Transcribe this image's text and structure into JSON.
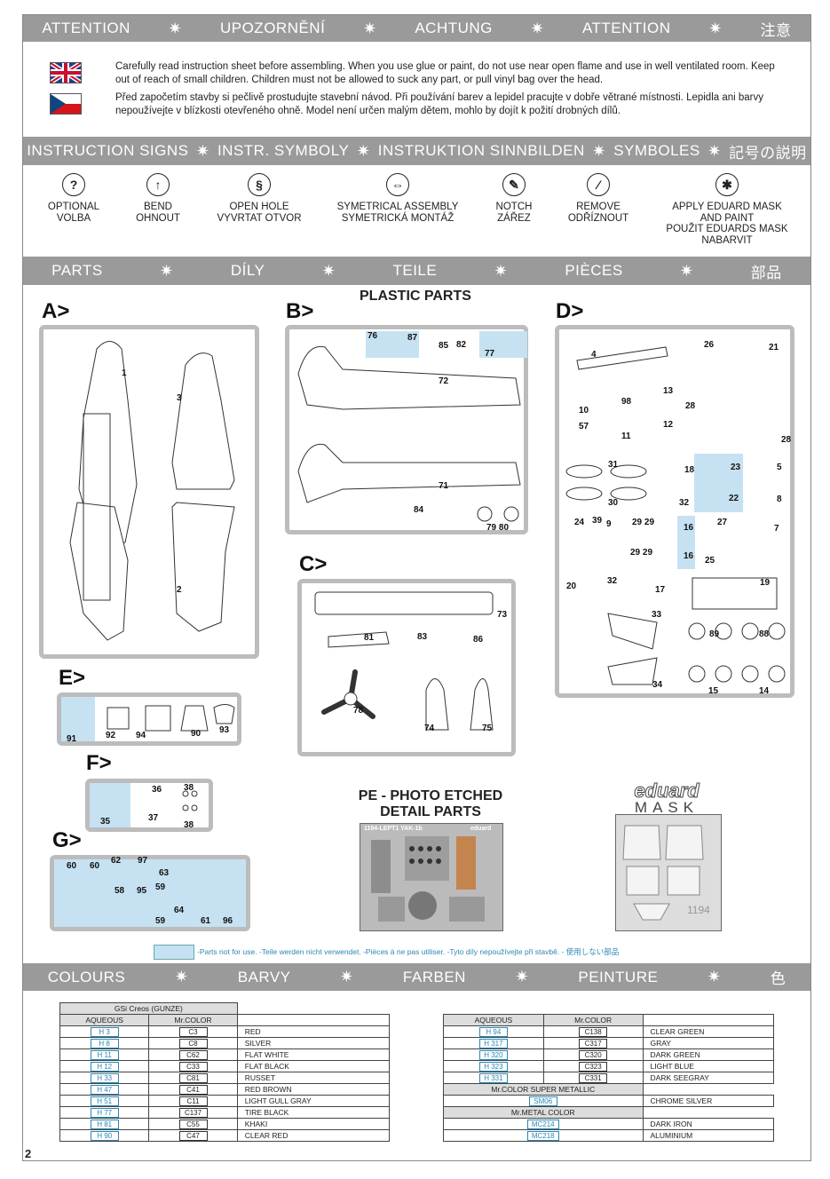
{
  "bands": {
    "attention": [
      "ATTENTION",
      "UPOZORNĚNÍ",
      "ACHTUNG",
      "ATTENTION",
      "注意"
    ],
    "signs": [
      "INSTRUCTION SIGNS",
      "INSTR. SYMBOLY",
      "INSTRUKTION SINNBILDEN",
      "SYMBOLES",
      "記号の説明"
    ],
    "parts": [
      "PARTS",
      "DÍLY",
      "TEILE",
      "PIÈCES",
      "部品"
    ],
    "colours": [
      "COLOURS",
      "BARVY",
      "FARBEN",
      "PEINTURE",
      "色"
    ]
  },
  "warnings": {
    "en": "Carefully read instruction sheet before assembling. When you use glue or paint, do not use near open flame and use in well ventilated room. Keep out of reach of small children. Children must not be allowed to suck any part, or pull vinyl bag over the head.",
    "cz": "Před započetím stavby si pečlivě prostudujte stavební návod. Při používání barev a lepidel pracujte v dobře větrané místnosti. Lepidla ani barvy nepoužívejte v blízkosti otevřeného ohně. Model není určen malým dětem, mohlo by dojít k požití drobných dílů."
  },
  "signs": [
    {
      "icon": "question-icon",
      "glyph": "?",
      "label": "OPTIONAL\nVOLBA"
    },
    {
      "icon": "bend-icon",
      "glyph": "↑",
      "label": "BEND\nOHNOUT"
    },
    {
      "icon": "drill-icon",
      "glyph": "§",
      "label": "OPEN HOLE\nVYVRTAT OTVOR"
    },
    {
      "icon": "symmetry-icon",
      "glyph": "⇔",
      "label": "SYMETRICAL ASSEMBLY\nSYMETRICKÁ MONTÁŽ"
    },
    {
      "icon": "notch-icon",
      "glyph": "✎",
      "label": "NOTCH\nZÁŘEZ"
    },
    {
      "icon": "remove-icon",
      "glyph": "⁄",
      "label": "REMOVE\nODŘÍZNOUT"
    },
    {
      "icon": "mask-icon",
      "glyph": "✱",
      "label": "APPLY EDUARD MASK\nAND PAINT\nPOUŽIT EDUARDS MASK\nNABARVIT"
    }
  ],
  "sprue_letters": [
    "A>",
    "B>",
    "C>",
    "D>",
    "E>",
    "F>",
    "G>"
  ],
  "plastic_parts_title": "PLASTIC PARTS",
  "pe_title": "PE - PHOTO ETCHED\nDETAIL PARTS",
  "pe_fret_label": "1194-LEPT1  YAK-1b",
  "mask_brand": "eduard",
  "mask_word": "MASK",
  "mask_number": "1194",
  "parts_not_for_use": "-Parts not for use. -Teile werden nicht verwendet. -Pièces à ne pas utiliser. -Tyto díly nepoužívejte při stavbě. -     使用しない部品",
  "colour_table_left": {
    "brand": "GSi Creos (GUNZE)",
    "col_aqueous": "AQUEOUS",
    "col_mr": "Mr.COLOR",
    "rows": [
      [
        "H 3",
        "C3",
        "RED"
      ],
      [
        "H 8",
        "C8",
        "SILVER"
      ],
      [
        "H 11",
        "C62",
        "FLAT WHITE"
      ],
      [
        "H 12",
        "C33",
        "FLAT BLACK"
      ],
      [
        "H 33",
        "C81",
        "RUSSET"
      ],
      [
        "H 47",
        "C41",
        "RED BROWN"
      ],
      [
        "H 51",
        "C11",
        "LIGHT GULL GRAY"
      ],
      [
        "H 77",
        "C137",
        "TIRE BLACK"
      ],
      [
        "H 81",
        "C55",
        "KHAKI"
      ],
      [
        "H 90",
        "C47",
        "CLEAR RED"
      ]
    ]
  },
  "colour_table_right": {
    "col_aqueous": "AQUEOUS",
    "col_mr": "Mr.COLOR",
    "rows": [
      [
        "H 94",
        "C138",
        "CLEAR GREEN"
      ],
      [
        "H 317",
        "C317",
        "GRAY"
      ],
      [
        "H 320",
        "C320",
        "DARK GREEN"
      ],
      [
        "H 323",
        "C323",
        "LIGHT BLUE"
      ],
      [
        "H 331",
        "C331",
        "DARK SEEGRAY"
      ]
    ],
    "super_metallic_title": "Mr.COLOR SUPER METALLIC",
    "super_metallic": [
      [
        "SM06",
        "CHROME SILVER"
      ]
    ],
    "metal_title": "Mr.METAL COLOR",
    "metal": [
      [
        "MC214",
        "DARK IRON"
      ],
      [
        "MC218",
        "ALUMINIUM"
      ]
    ]
  },
  "page_number": "2"
}
